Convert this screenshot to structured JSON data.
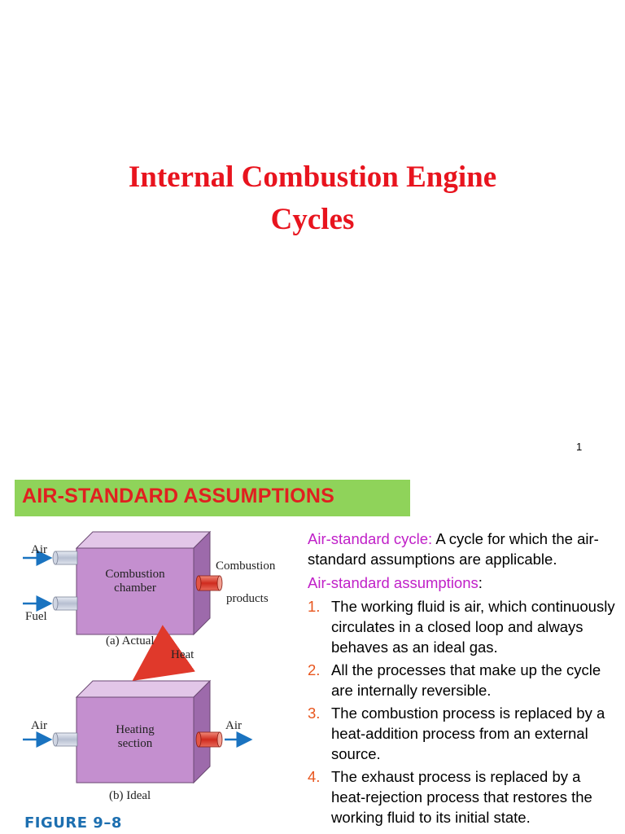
{
  "slide1": {
    "title_line1": "Internal Combustion Engine",
    "title_line2": "Cycles",
    "page_number": "1"
  },
  "slide2": {
    "banner": "AIR-STANDARD ASSUMPTIONS",
    "figure": {
      "actual": {
        "air": "Air",
        "fuel": "Fuel",
        "chamber_line1": "Combustion",
        "chamber_line2": "chamber",
        "outlet_line1": "Combustion",
        "outlet_line2": "products",
        "caption": "(a) Actual"
      },
      "ideal": {
        "heat": "Heat",
        "air_in": "Air",
        "air_out": "Air",
        "section_line1": "Heating",
        "section_line2": "section",
        "caption": "(b) Ideal"
      },
      "figure_label": "FIGURE 9–8"
    },
    "definition": {
      "term": "Air-standard cycle:",
      "text": " A cycle for which the air-standard assumptions are applicable."
    },
    "assumptions_heading": {
      "term": "Air-standard assumptions",
      "colon": ":"
    },
    "assumptions": [
      {
        "num": "1.",
        "text": "The working fluid is air, which continuously circulates in a closed loop and always behaves as an ideal gas."
      },
      {
        "num": "2.",
        "text": "All the processes that make up the cycle are internally reversible."
      },
      {
        "num": "3.",
        "text": "The combustion process is replaced by a heat-addition process from an external source."
      },
      {
        "num": "4.",
        "text": "The exhaust process is replaced by a heat-rejection process that restores the working fluid to its initial state."
      }
    ],
    "colors": {
      "banner_bg": "#8fd35a",
      "banner_text": "#e02020",
      "term": "#c020c8",
      "numbers": "#e8561e",
      "box_front": "#c48fcf",
      "arrow": "#1a73c0"
    }
  }
}
